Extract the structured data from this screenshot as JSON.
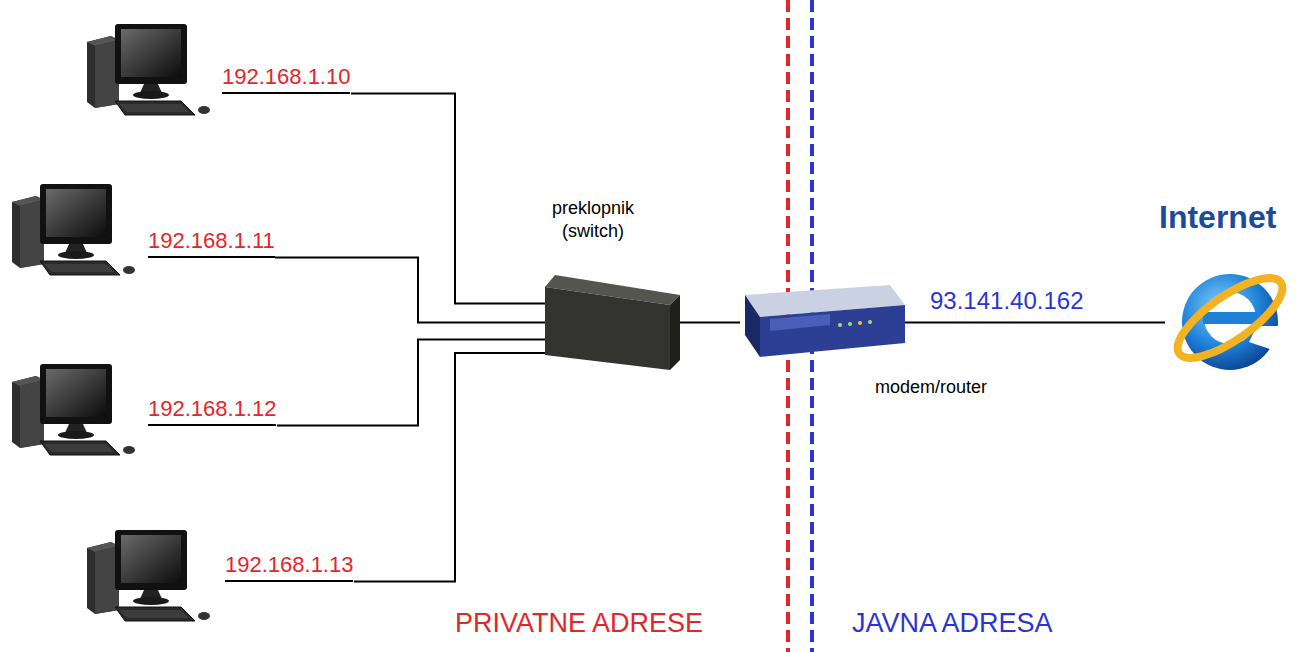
{
  "diagram": {
    "nodes": [
      {
        "text": [
          "192.168.1.10"
        ]
      },
      {
        "text": [
          "192.168.1.11"
        ]
      },
      {
        "text": [
          "192.168.1.12"
        ]
      },
      {
        "text": [
          "192.168.1.13"
        ]
      },
      {
        "text": [
          "preklopnik (switch)"
        ]
      },
      {
        "text": [
          "modem/router"
        ]
      },
      {
        "text": [
          "Internet"
        ]
      }
    ],
    "edges": [
      {
        "from": 0,
        "to": 4,
        "arrow": "none"
      },
      {
        "from": 1,
        "to": 4,
        "arrow": "none"
      },
      {
        "from": 2,
        "to": 4,
        "arrow": "none"
      },
      {
        "from": 3,
        "to": 4,
        "arrow": "none"
      },
      {
        "from": 4,
        "to": 5,
        "arrow": "none"
      },
      {
        "from": 5,
        "to": 6,
        "label": "93.141.40.162",
        "arrow": "none"
      }
    ],
    "labels": [
      "PRIVATNE ADRESE",
      "JAVNA ADRESA"
    ]
  }
}
